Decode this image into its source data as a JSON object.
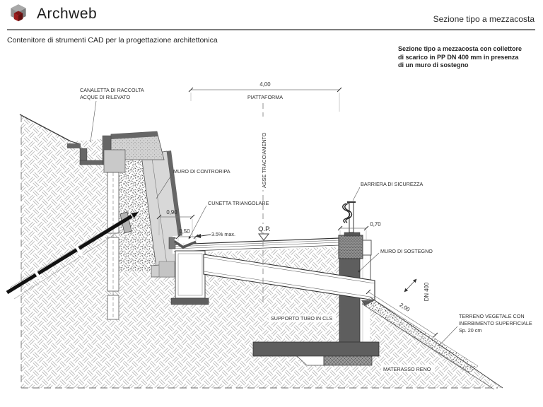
{
  "header": {
    "brand": "Archweb",
    "page_title": "Sezione tipo a mezzacosta",
    "tagline": "Contenitore di strumenti CAD per la progettazione architettonica",
    "description_lines": [
      "Sezione tipo a mezzacosta con collettore",
      "di scarico in PP DN 400 mm in presenza",
      "di un muro di sostegno"
    ]
  },
  "drawing": {
    "labels": {
      "canaletta_line1": "CANALETTA DI RACCOLTA",
      "canaletta_line2": "ACQUE DI RILEVATO",
      "muro_controripa": "MURO DI CONTRORIPA",
      "cunetta_triangolare": "CUNETTA TRIANGOLARE",
      "asse_tracciamento": "ASSE TRACCIAMENTO",
      "piattaforma": "PIATTAFORMA",
      "quota_progetto": "Q.P.",
      "pendenza": "3.5% max.",
      "barriera": "BARRIERA DI SICUREZZA",
      "muro_sostegno": "MURO DI SOSTEGNO",
      "supporto_tubo": "SUPPORTO TUBO IN CLS",
      "materasso_reno": "MATERASSO RENO",
      "terreno_line1": "TERRENO VEGETALE CON",
      "terreno_line2": "INERBIMENTO SUPERFICIALE",
      "terreno_line3": "Sp. 20 cm",
      "dn400": "DN 400"
    },
    "dimensions": {
      "larghezza_piattaforma": "4,00",
      "dim_090": "0,90",
      "dim_050": "0,50",
      "dim_070": "0,70",
      "dim_200": "2,00"
    },
    "colors": {
      "line_dark": "#3a3a3a",
      "concrete_dark": "#5e5e5e",
      "concrete_mid": "#8d8d8d",
      "concrete_light": "#d6d6d6",
      "hatch_line": "#bdbdbd",
      "brand_red": "#9b1c1c"
    }
  }
}
